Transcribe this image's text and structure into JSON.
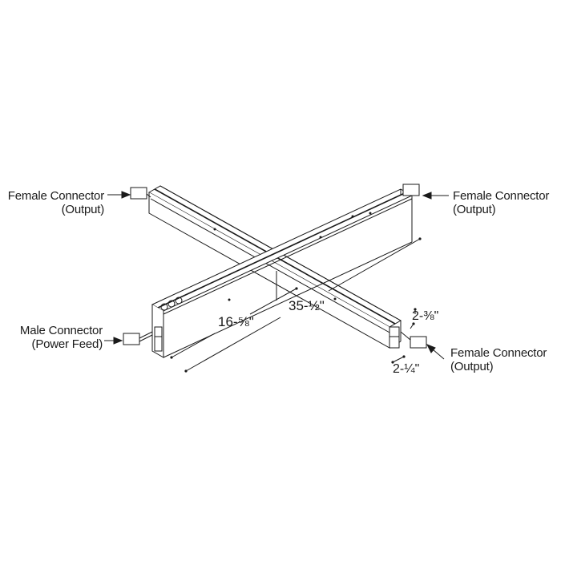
{
  "diagram": {
    "subject": "X-shaped linear LED fixture with connectors",
    "callouts": {
      "top_left": {
        "line1": "Female Connector",
        "line2": "(Output)"
      },
      "top_right": {
        "line1": "Female Connector",
        "line2": "(Output)"
      },
      "bottom_left": {
        "line1": "Male Connector",
        "line2": "(Power Feed)"
      },
      "bottom_right": {
        "line1": "Female Connector",
        "line2": "(Output)"
      }
    },
    "dimensions": {
      "half_length": "16-⅝\"",
      "full_length": "35-½\"",
      "height": "2-⅜\"",
      "width": "2-¼\""
    },
    "colors": {
      "line": "#1a1a1a",
      "background": "#ffffff"
    }
  }
}
